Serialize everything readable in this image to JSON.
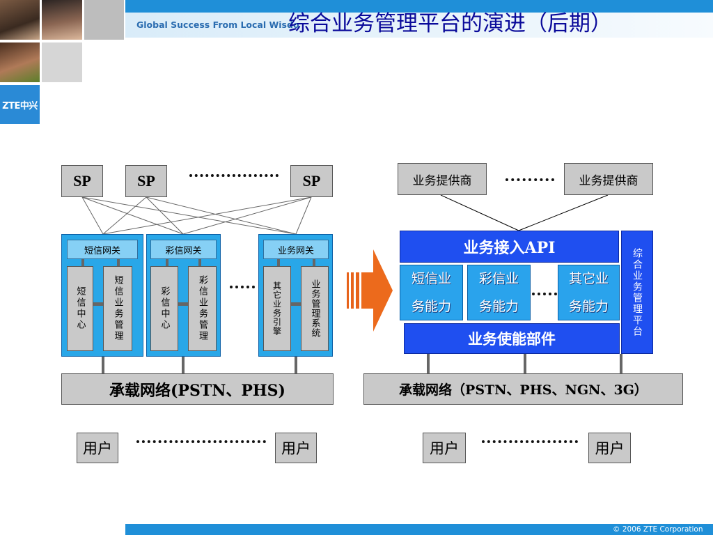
{
  "header": {
    "title": "综合业务管理平台的演进（后期）",
    "slogan": "Global Success From Local Wisdo",
    "logo": "ZTE中兴",
    "colors": {
      "brand_blue": "#1f8fd8",
      "title": "#0a0a9a"
    }
  },
  "left": {
    "sp_labels": [
      "SP",
      "SP",
      "SP"
    ],
    "gateways": [
      {
        "name": "短信网关",
        "col1": "短信中心",
        "col2": "短信业务管理"
      },
      {
        "name": "彩信网关",
        "col1": "彩信中心",
        "col2": "彩信业务管理"
      },
      {
        "name": "业务网关",
        "col1": "其它业务引擎",
        "col2": "业务管理系统"
      }
    ],
    "network": "承载网络(PSTN、PHS)",
    "users": [
      "用户",
      "用户"
    ]
  },
  "right": {
    "providers": [
      "业务提供商",
      "业务提供商"
    ],
    "api": "业务接入API",
    "capabilities": [
      {
        "line1": "短信业",
        "line2": "务能力"
      },
      {
        "line1": "彩信业",
        "line2": "务能力"
      },
      {
        "line1": "其它业",
        "line2": "务能力"
      }
    ],
    "enabler": "业务使能部件",
    "platform": "综合业务管理平台",
    "network": "承载网络（PSTN、PHS、NGN、3G）",
    "users": [
      "用户",
      "用户"
    ]
  },
  "footer": {
    "copyright": "© 2006 ZTE Corporation"
  }
}
